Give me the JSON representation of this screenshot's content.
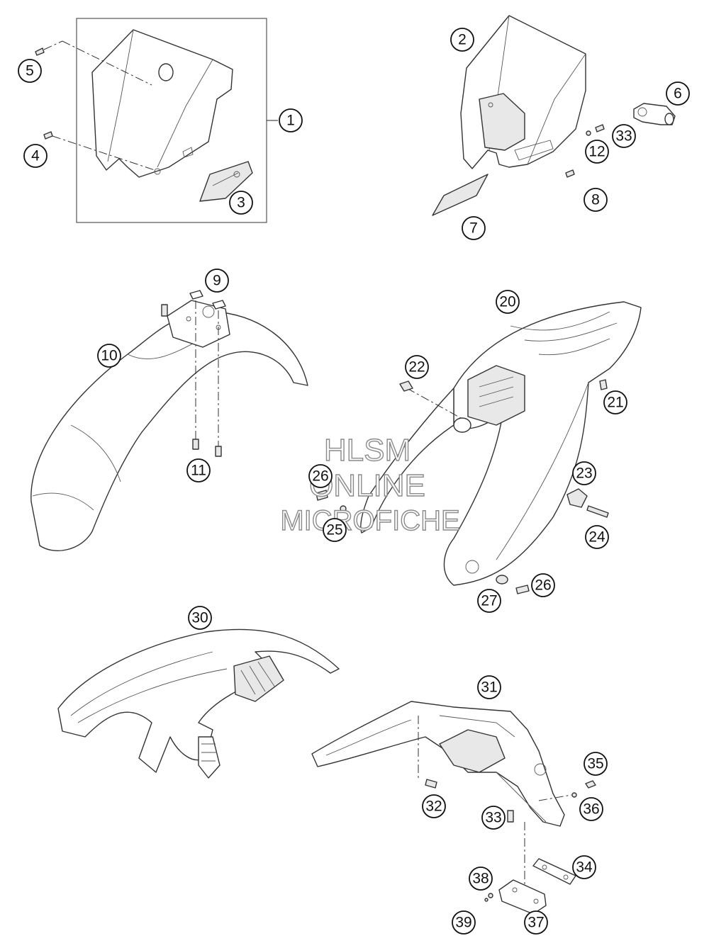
{
  "callouts": [
    {
      "label": "1"
    },
    {
      "label": "2"
    },
    {
      "label": "3"
    },
    {
      "label": "4"
    },
    {
      "label": "5"
    },
    {
      "label": "6"
    },
    {
      "label": "7"
    },
    {
      "label": "8"
    },
    {
      "label": "9"
    },
    {
      "label": "10"
    },
    {
      "label": "11"
    },
    {
      "label": "12"
    },
    {
      "label": "33"
    },
    {
      "label": "20"
    },
    {
      "label": "21"
    },
    {
      "label": "22"
    },
    {
      "label": "23"
    },
    {
      "label": "24"
    },
    {
      "label": "25"
    },
    {
      "label": "26"
    },
    {
      "label": "26"
    },
    {
      "label": "27"
    },
    {
      "label": "30"
    },
    {
      "label": "31"
    },
    {
      "label": "32"
    },
    {
      "label": "33"
    },
    {
      "label": "34"
    },
    {
      "label": "35"
    },
    {
      "label": "36"
    },
    {
      "label": "37"
    },
    {
      "label": "38"
    },
    {
      "label": "39"
    }
  ],
  "watermark": {
    "line1": "HLSM",
    "line2": "ONLINE",
    "line3": "MICROFICHE"
  }
}
